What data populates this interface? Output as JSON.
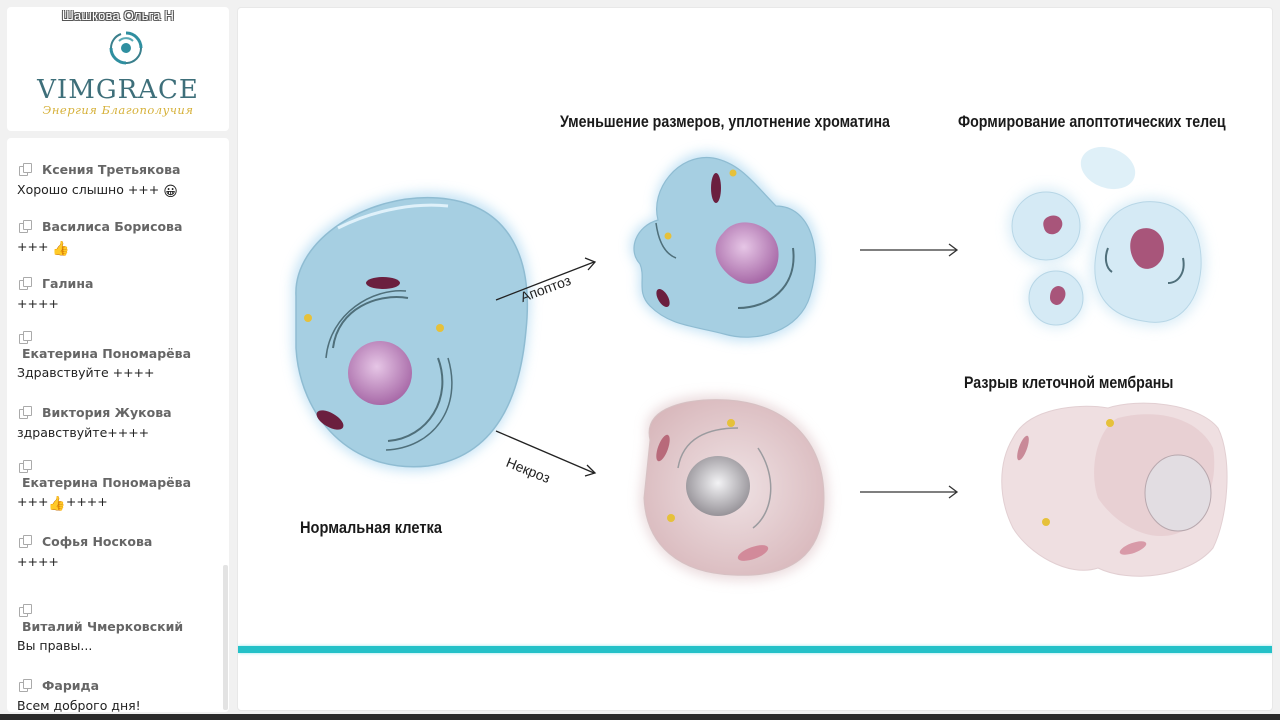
{
  "presenter": {
    "name": "Шашкова Ольга Н"
  },
  "logo": {
    "brand": "VIMGRACE",
    "tagline": "Энергия Благополучия",
    "icon": "swirl-logo-icon",
    "color": "#3e6f7a",
    "tagline_color": "#d6b13a"
  },
  "chat": {
    "messages": [
      {
        "author": "Ксения Третьякова",
        "text": "Хорошо слышно +++ ",
        "emoji": "😀"
      },
      {
        "author": "Василиса Борисова",
        "text": "+++ ",
        "emoji": "👍"
      },
      {
        "author": "Галина",
        "text": "++++",
        "emoji": ""
      },
      {
        "author": "Екатерина Пономарёва",
        "text": "Здравствуйте ++++",
        "emoji": ""
      },
      {
        "author": "Виктория Жукова",
        "text": "здравствуйте++++",
        "emoji": ""
      },
      {
        "author": "Екатерина Пономарёва",
        "text": "+++",
        "emoji": "👍",
        "text_after": "++++"
      },
      {
        "author": "Софья Носкова",
        "text": "++++",
        "emoji": ""
      },
      {
        "author": "Виталий Чмерковский",
        "text": "Вы правы...",
        "emoji": ""
      },
      {
        "author": "Фарида",
        "text": "Всем доброго дня!",
        "emoji": ""
      }
    ]
  },
  "slide": {
    "accent_color": "#24c1c8",
    "labels": {
      "normal_cell": "Нормальная клетка",
      "apoptosis_arrow": "Апоптоз",
      "necrosis_arrow": "Некроз",
      "shrinkage": "Уменьшение размеров, уплотнение хроматина",
      "apoptotic_bodies": "Формирование апоптотических телец",
      "membrane_rupture": "Разрыв клеточной мембраны"
    }
  }
}
